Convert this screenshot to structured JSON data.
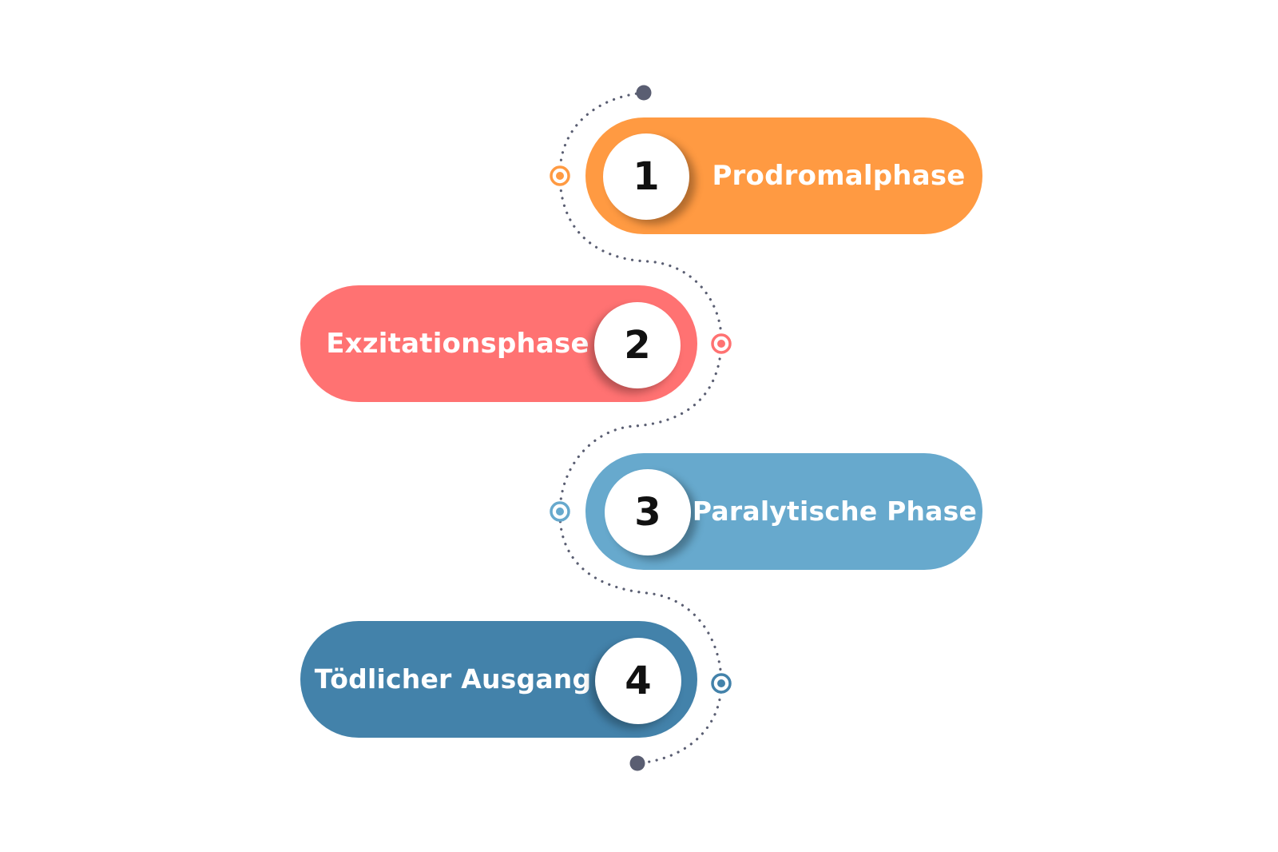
{
  "diagram": {
    "steps": [
      {
        "number": "1",
        "label": "Prodromalphase",
        "color": "#FF9A42"
      },
      {
        "number": "2",
        "label": "Exzitationsphase",
        "color": "#FF7272"
      },
      {
        "number": "3",
        "label": "Paralytische Phase",
        "color": "#67A9CD"
      },
      {
        "number": "4",
        "label": "Tödlicher Ausgang",
        "color": "#4382AA"
      }
    ],
    "connector_color": "#5A5E72",
    "node_colors": [
      "#FF9A42",
      "#FF7272",
      "#67A9CD",
      "#4382AA"
    ],
    "endpoint_icons": [
      "start-dot-icon",
      "end-dot-icon"
    ]
  }
}
